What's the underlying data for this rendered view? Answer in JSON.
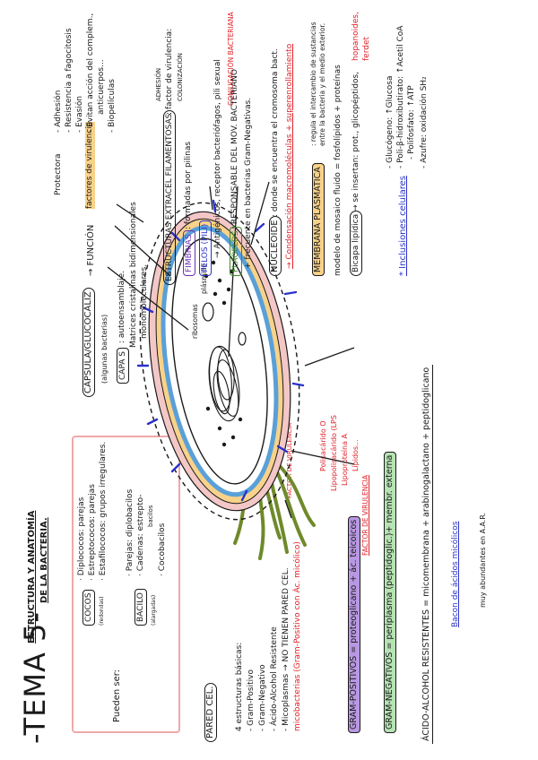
{
  "title": {
    "tema": "-TEMA 5-",
    "line1": "ESTRUCTURA Y ANATOMÍA",
    "line2": "DE LA BACTERIA."
  },
  "left_box": {
    "pueden_ser": "Pueden ser:",
    "cocos": "COCOS",
    "cocos_sub": "(redondas)",
    "cocos_items": [
      "· Diplococos: parejas",
      "· Estreptococos: parejas",
      "· Estafilococos: grupos irregulares."
    ],
    "bacilo": "BACILO",
    "bacilo_sub": "(alargadas)",
    "bacilo_items": [
      "· Parejas: diplobacilos",
      "· Cadenas: estrepto-",
      "bacilos",
      "· Cocobacilos"
    ]
  },
  "pared": {
    "label": "PARED CEL.",
    "estructuras": "4 estructuras básicas:",
    "items": [
      "- Gram-Positivo",
      "- Gram-Negativo",
      "- Ácido-Alcohol Resistente"
    ],
    "micoplasmas": "- Micoplasmas → NO TIENEN PARED CEL.",
    "micobacterias": "micobacterias (Gram-Positivo con Ác. micólico)",
    "gram_pos": "GRAM-POSITIVOS = proteoglicano + ác. teicoicos",
    "gram_neg": "GRAM-NEGATIVOS = periplasma (peptidoglic.)+ membr. externa",
    "acido": "ÁCIDO-ALCOHOL RESISTENTES = micomembrana + arabinogalactano + peptidoglicano",
    "factor_virulencia_red": "FACTOR DE VIRULENCIA",
    "factor_virulencia_red2": "FACTOR DE VIRULENCIA",
    "lps_list": [
      "Polisacárido O",
      "Lipopolisacárido (LPS",
      "Lipoproteína A",
      "Lípidos..."
    ],
    "bacon": "Bacon de ácidos micólicos",
    "abundantes": "muy abundantes en A.A.R."
  },
  "capsula": {
    "label": "CÁPSULA/GLUCOCÁLIZ",
    "sub": "(algunas bacterias)",
    "funcion": "→ FUNCIÓN",
    "protectora": "Protectora",
    "factores": "factores de virulencia",
    "list": [
      "- Adhesión",
      "- Resistencia a fagocitosis",
      "- Evasión",
      "- Evitan acción del complem.,",
      "anticuerpos...",
      "- Biopelículas"
    ],
    "capa_s": "CAPA S",
    "capa_s_text": ": autoensamblaje.",
    "capa_s_text2": "Matrices cristalinas bidimensionales",
    "capa_s_text3": "monomoleculares."
  },
  "filamentosas": {
    "label": "ESTRUCTURAS EXTRACEL FILAMENTOSAS",
    "virulencia": ": factor de virulencia:",
    "adhesion": "ADHESIÓN",
    "colonizacion": "COLONIZACIÓN",
    "fimbrias": "FIMBRIAS",
    "fimbrias_text": ": formadas por pilinas",
    "pelos": "PELOS (PILI)",
    "pelos_text": "→ Antigénicos, receptor bacteriófagos, pili sexual",
    "conjugacion": "CONJUGACIÓN BACTERIANA",
    "flagelos": "FLAGELOS",
    "flagelos_text": ": RESPONSABLE DEL MOV. BACTERIANO",
    "flagelos_text2": "+ frecuente en bacterias Gram-Negativas."
  },
  "nucleoide": {
    "label": "NUCLEOIDE",
    "text": ": donde se encuentra el cromosoma bact.",
    "text2": "→ Condensación macromoléculas + superenrollamiento"
  },
  "membrana": {
    "label": "MEMBRANA PLASMÁTICA",
    "text": ": regula el intercambio de sustancias",
    "text2": "entre la bacteria y el medio exterior.",
    "mosaico": "modelo de mosaico fluido = fosfolípidos + proteínas",
    "bicapa": "Bicapa lipídica",
    "bicapa_text": "→ se insertan: prot., glicopéptidos,",
    "hopanoides": "hopanoides,",
    "ferdet": "ferdet"
  },
  "inclusiones": {
    "label": "* Inclusiones celulares",
    "items": [
      "- Glucógeno: ↑Glucosa",
      "- Poli-β-hidroxibutirato: ↑Acetil CoA",
      "- Polifosfato: ↑ATP",
      "- Azufre: oxidación SH₂"
    ]
  },
  "diagram_labels": {
    "ribosomas": "ribosomas",
    "plasmido": "plásmido"
  },
  "colors": {
    "red": "#e0222a",
    "blue": "#2a32c9",
    "purple": "#b998e3",
    "green_fill": "#b6e3b3",
    "flagella": "#6f8a2a",
    "yellow": "#f8d28a",
    "pink": "#f4c7c7",
    "lightblue": "#c7e0f5"
  }
}
